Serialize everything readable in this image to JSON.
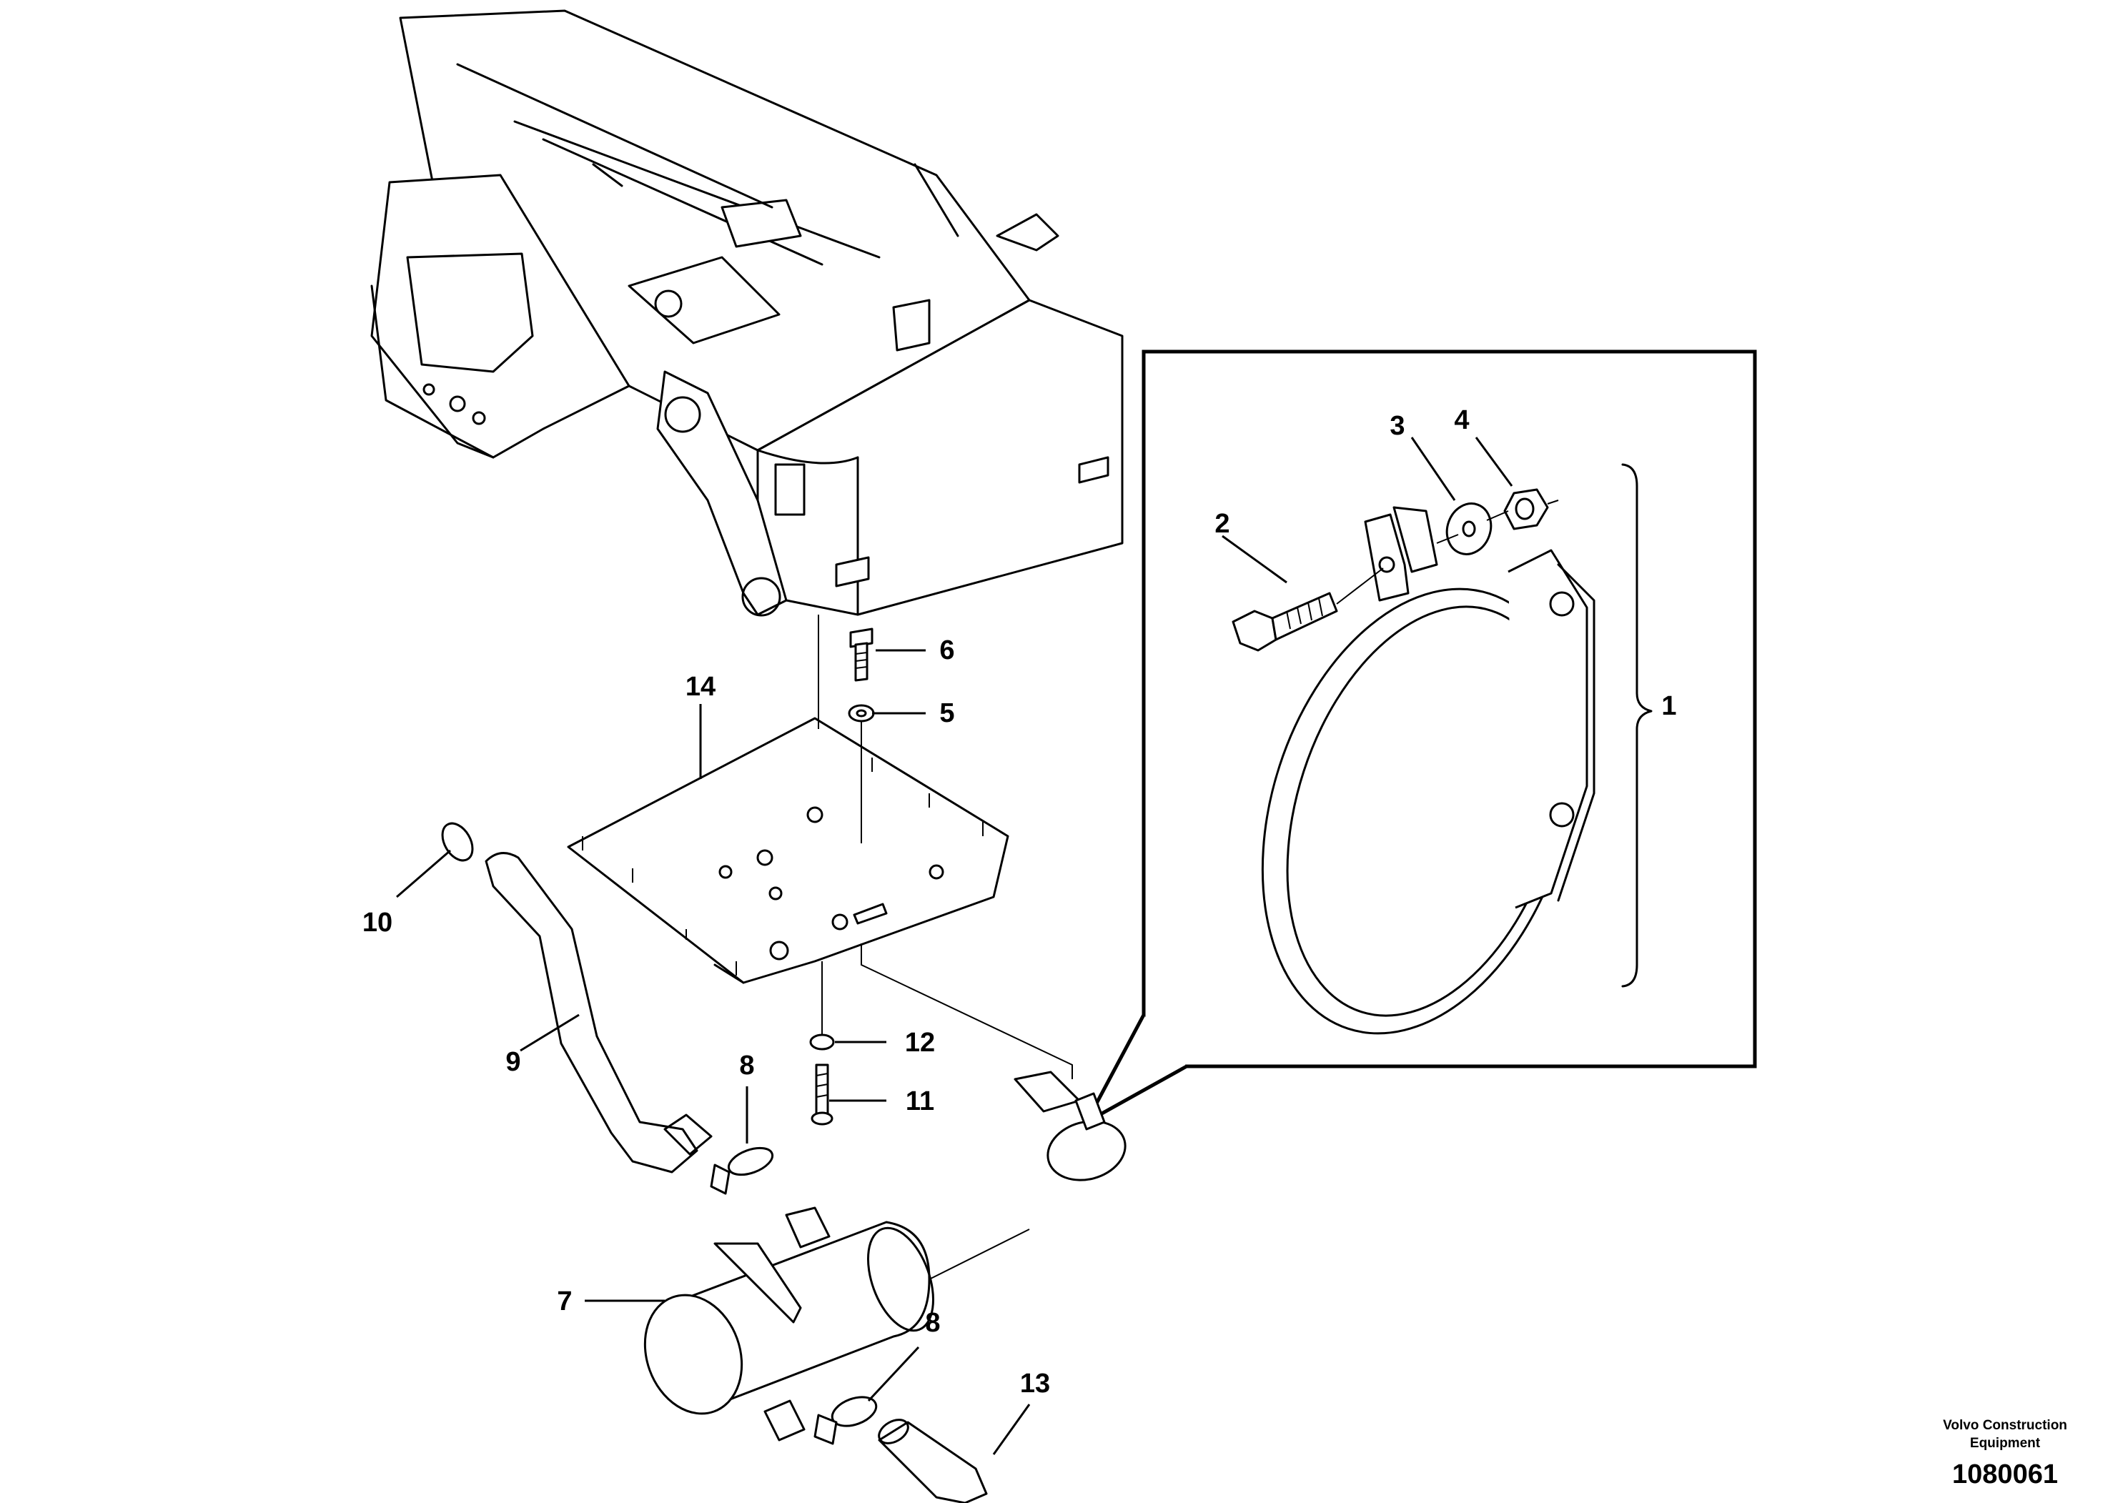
{
  "callouts": [
    "1",
    "2",
    "3",
    "4",
    "5",
    "6",
    "7",
    "8",
    "8",
    "9",
    "10",
    "11",
    "12",
    "13",
    "14"
  ],
  "footer": {
    "brand_line1": "Volvo Construction",
    "brand_line2": "Equipment",
    "drawing_number": "1080061"
  }
}
